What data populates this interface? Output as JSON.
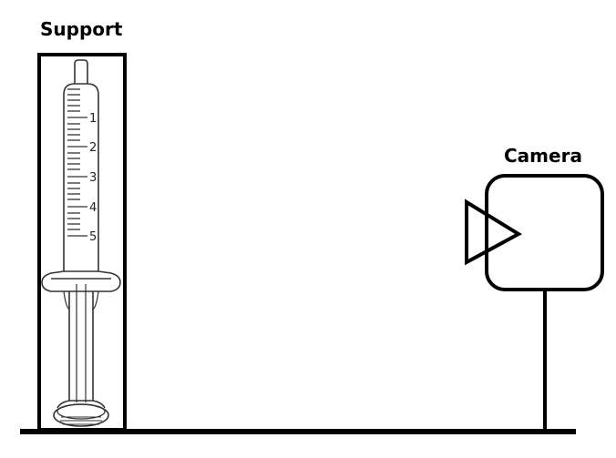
{
  "labels": {
    "support": "Support",
    "camera": "Camera"
  },
  "syringe": {
    "scale_marks": [
      "1",
      "2",
      "3",
      "4",
      "5"
    ]
  },
  "colors": {
    "stroke": "#000000",
    "syringe_stroke": "#333333",
    "background": "#ffffff"
  }
}
